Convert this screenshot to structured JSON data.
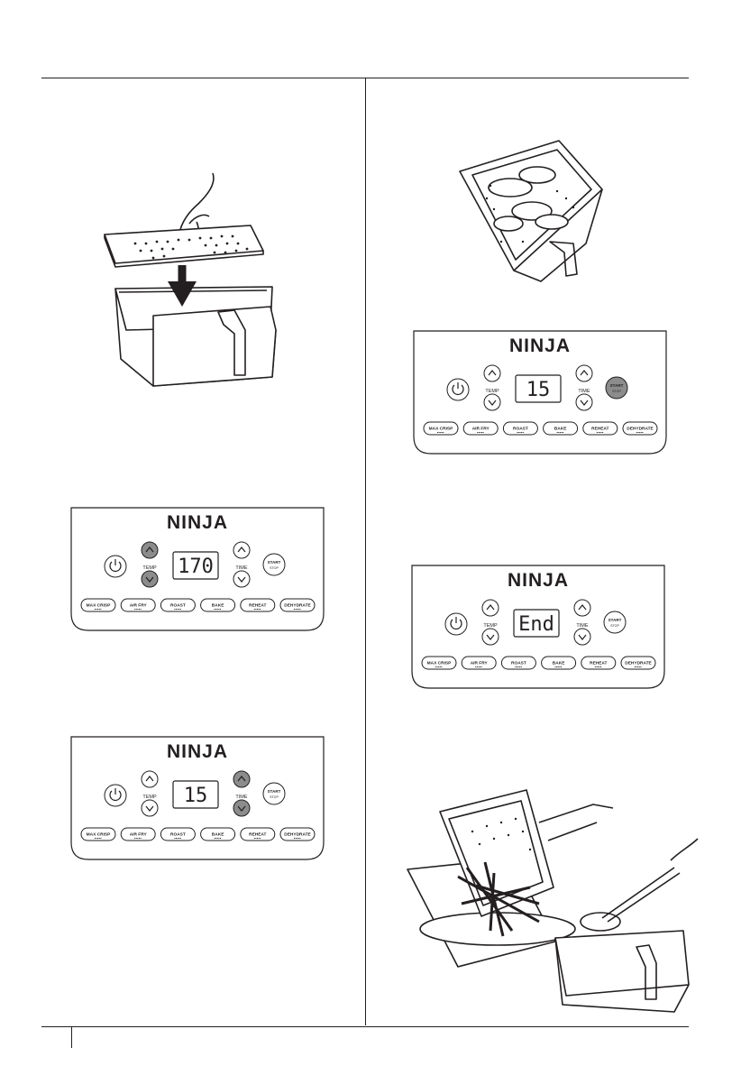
{
  "brand": {
    "logo_text": "NINJA"
  },
  "panels": [
    {
      "id": "panel-a",
      "display": "170",
      "highlight": "temp"
    },
    {
      "id": "panel-b",
      "display": "15",
      "highlight": "time"
    },
    {
      "id": "panel-c",
      "display": "15",
      "highlight": "start"
    },
    {
      "id": "panel-d",
      "display": "End",
      "highlight": "none"
    }
  ],
  "controls": {
    "temp_label": "TEMP",
    "time_label": "TIME",
    "start_label": "START",
    "stop_label": "STOP",
    "functions": [
      "MAX CRISP",
      "AIR FRY",
      "ROAST",
      "BAKE",
      "REHEAT",
      "DEHYDRATE"
    ]
  },
  "colors": {
    "line": "#231f20",
    "highlight": "#8c8c8c",
    "display": "#231f20"
  }
}
